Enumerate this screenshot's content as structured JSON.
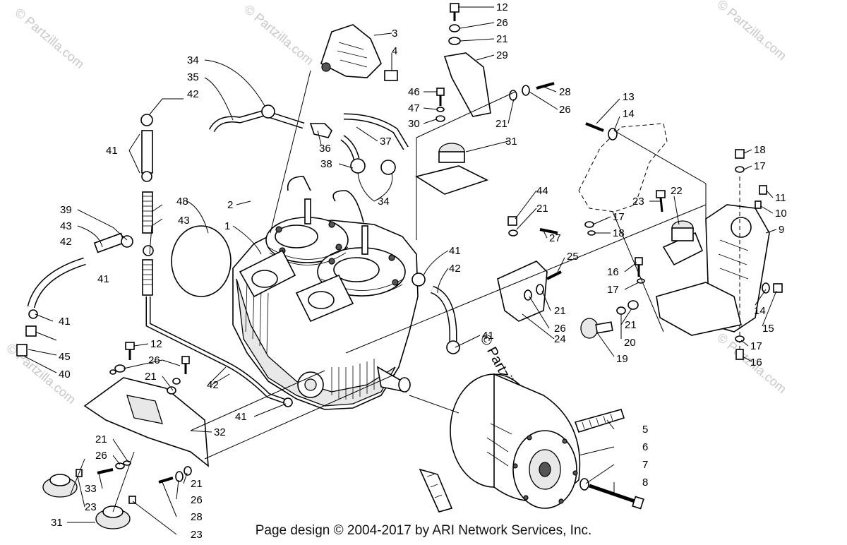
{
  "footer": "Page design © 2004-2017 by ARI Network Services, Inc.",
  "watermark": "© Partzilla.com",
  "callouts": [
    {
      "id": "c12a",
      "text": "12"
    },
    {
      "id": "c26a",
      "text": "26"
    },
    {
      "id": "c21a",
      "text": "21"
    },
    {
      "id": "c29",
      "text": "29"
    },
    {
      "id": "c3",
      "text": "3"
    },
    {
      "id": "c4",
      "text": "4"
    },
    {
      "id": "c34a",
      "text": "34"
    },
    {
      "id": "c35",
      "text": "35"
    },
    {
      "id": "c42a",
      "text": "42"
    },
    {
      "id": "c46",
      "text": "46"
    },
    {
      "id": "c47",
      "text": "47"
    },
    {
      "id": "c30",
      "text": "30"
    },
    {
      "id": "c28a",
      "text": "28"
    },
    {
      "id": "c26b",
      "text": "26"
    },
    {
      "id": "c21b",
      "text": "21"
    },
    {
      "id": "c13",
      "text": "13"
    },
    {
      "id": "c14a",
      "text": "14"
    },
    {
      "id": "c31a",
      "text": "31"
    },
    {
      "id": "c36",
      "text": "36"
    },
    {
      "id": "c37",
      "text": "37"
    },
    {
      "id": "c38",
      "text": "38"
    },
    {
      "id": "c34b",
      "text": "34"
    },
    {
      "id": "c41a",
      "text": "41"
    },
    {
      "id": "c18a",
      "text": "18"
    },
    {
      "id": "c17a",
      "text": "17"
    },
    {
      "id": "c11",
      "text": "11"
    },
    {
      "id": "c10",
      "text": "10"
    },
    {
      "id": "c9",
      "text": "9"
    },
    {
      "id": "c44",
      "text": "44"
    },
    {
      "id": "c21c",
      "text": "21"
    },
    {
      "id": "c23a",
      "text": "23"
    },
    {
      "id": "c22",
      "text": "22"
    },
    {
      "id": "c17b",
      "text": "17"
    },
    {
      "id": "c18b",
      "text": "18"
    },
    {
      "id": "c2",
      "text": "2"
    },
    {
      "id": "c48",
      "text": "48"
    },
    {
      "id": "c39",
      "text": "39"
    },
    {
      "id": "c43a",
      "text": "43"
    },
    {
      "id": "c43b",
      "text": "43"
    },
    {
      "id": "c1",
      "text": "1"
    },
    {
      "id": "c27",
      "text": "27"
    },
    {
      "id": "c25",
      "text": "25"
    },
    {
      "id": "c41b",
      "text": "41"
    },
    {
      "id": "c42b",
      "text": "42"
    },
    {
      "id": "c16a",
      "text": "16"
    },
    {
      "id": "c17c",
      "text": "17"
    },
    {
      "id": "c42c",
      "text": "42"
    },
    {
      "id": "c41c",
      "text": "41"
    },
    {
      "id": "c21d",
      "text": "21"
    },
    {
      "id": "c26c",
      "text": "26"
    },
    {
      "id": "c24",
      "text": "24"
    },
    {
      "id": "c21e",
      "text": "21"
    },
    {
      "id": "c14b",
      "text": "14"
    },
    {
      "id": "c15",
      "text": "15"
    },
    {
      "id": "c41d",
      "text": "41"
    },
    {
      "id": "c20",
      "text": "20"
    },
    {
      "id": "c19",
      "text": "19"
    },
    {
      "id": "c17d",
      "text": "17"
    },
    {
      "id": "c16b",
      "text": "16"
    },
    {
      "id": "c41e",
      "text": "41"
    },
    {
      "id": "c45",
      "text": "45"
    },
    {
      "id": "c40",
      "text": "40"
    },
    {
      "id": "c12b",
      "text": "12"
    },
    {
      "id": "c26d",
      "text": "26"
    },
    {
      "id": "c21f",
      "text": "21"
    },
    {
      "id": "c42d",
      "text": "42"
    },
    {
      "id": "c41f",
      "text": "41"
    },
    {
      "id": "c32",
      "text": "32"
    },
    {
      "id": "c5",
      "text": "5"
    },
    {
      "id": "c6",
      "text": "6"
    },
    {
      "id": "c7",
      "text": "7"
    },
    {
      "id": "c8",
      "text": "8"
    },
    {
      "id": "c21g",
      "text": "21"
    },
    {
      "id": "c26e",
      "text": "26"
    },
    {
      "id": "c33",
      "text": "33"
    },
    {
      "id": "c21h",
      "text": "21"
    },
    {
      "id": "c26f",
      "text": "26"
    },
    {
      "id": "c23b",
      "text": "23"
    },
    {
      "id": "c28b",
      "text": "28"
    },
    {
      "id": "c31b",
      "text": "31"
    },
    {
      "id": "c23c",
      "text": "23"
    }
  ]
}
